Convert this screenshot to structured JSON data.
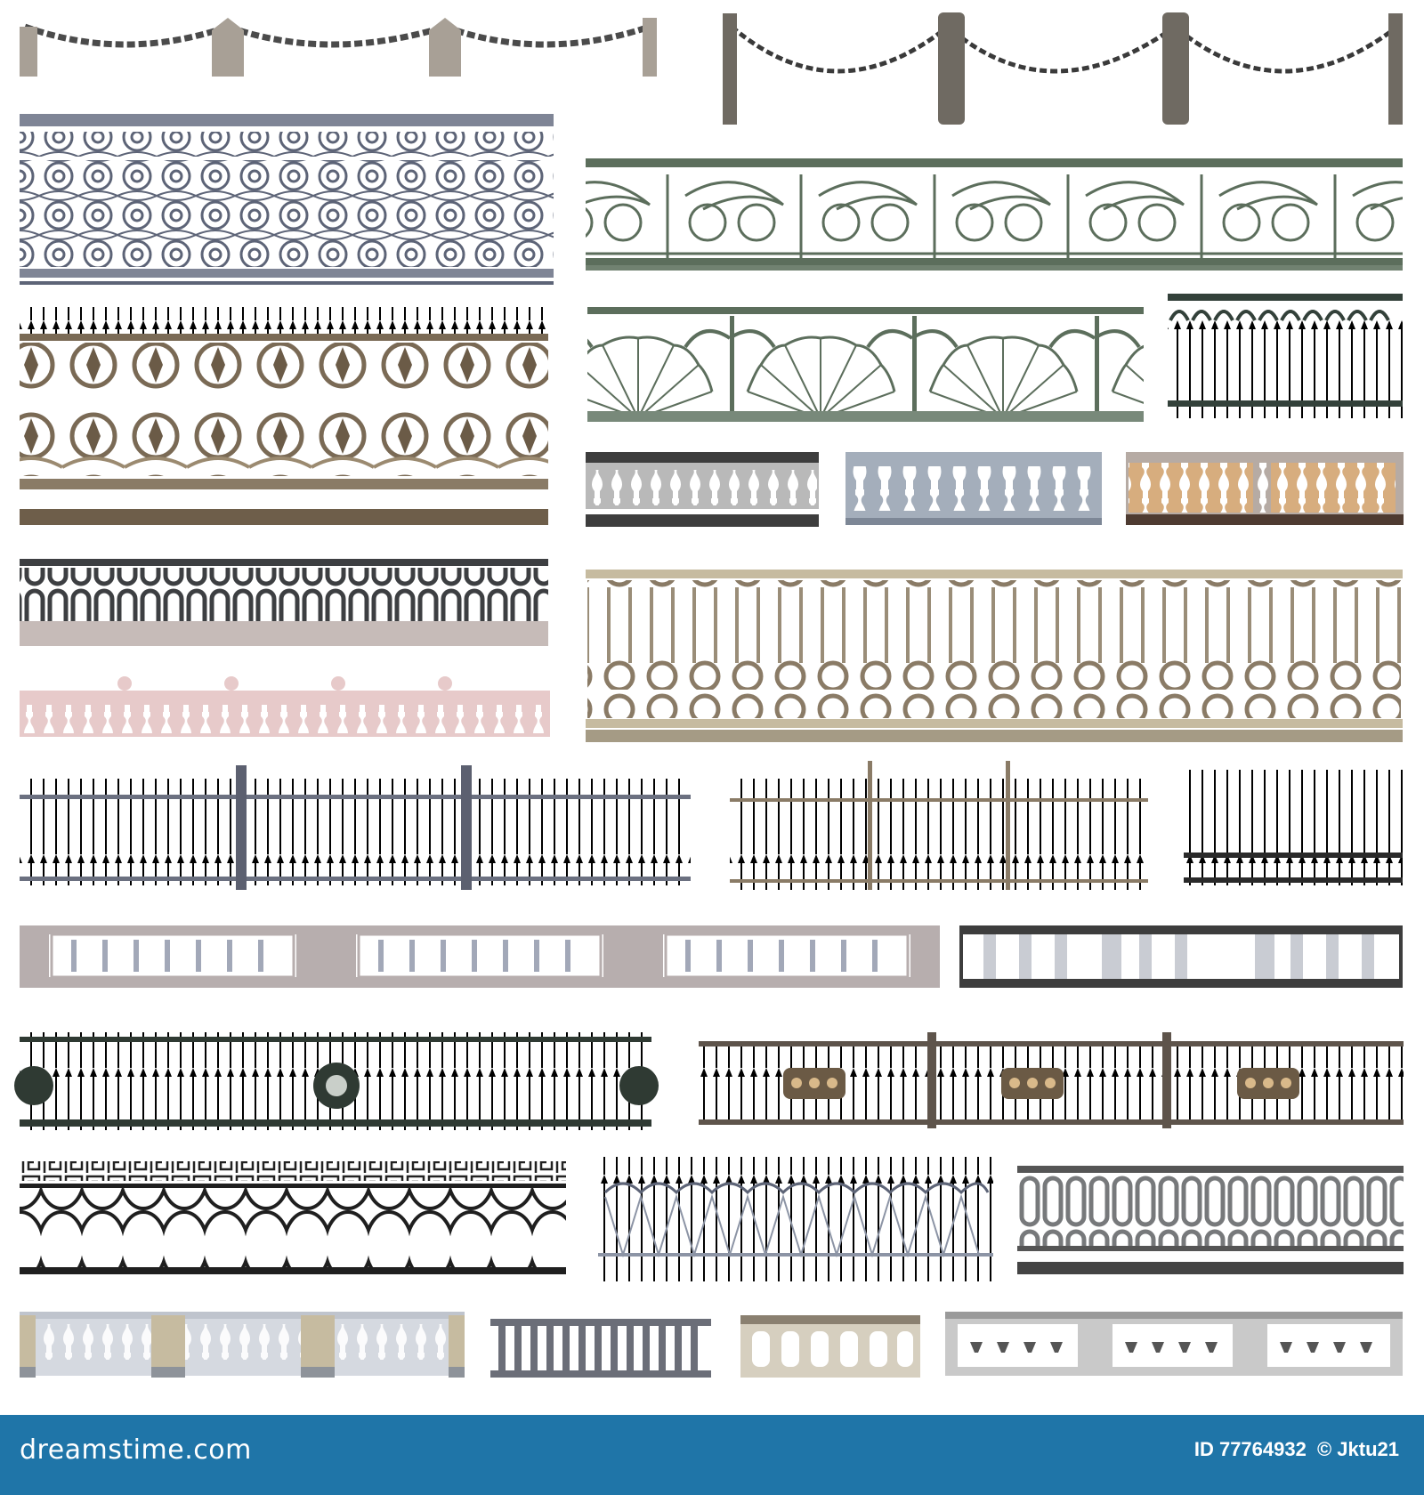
{
  "colors": {
    "footer": "#1f75a8",
    "dark_iron": "#3d3f42",
    "steel": "#6b7080",
    "green_iron": "#5c6e5c",
    "bronze": "#7a6a55",
    "stone": "#b7aeae",
    "pink_stone": "#e7caca",
    "light_stone": "#c9ccd3",
    "tan": "#d7ad7e",
    "beige": "#c6bba0"
  },
  "panels": [
    {
      "id": "chain-lowposts",
      "kind": "chain",
      "color": "#5a5a5a",
      "post": "#a8a096"
    },
    {
      "id": "chain-bollards",
      "kind": "chain",
      "color": "#404040",
      "post": "#6f6a62"
    },
    {
      "id": "scroll-lattice",
      "kind": "ornate",
      "color": "#5d6477"
    },
    {
      "id": "leaf-scroll-green",
      "kind": "ornate",
      "color": "#5c6e5c"
    },
    {
      "id": "bronze-spiked",
      "kind": "ornate",
      "color": "#7a6a55"
    },
    {
      "id": "fan-green",
      "kind": "ornate",
      "color": "#5c6e5c"
    },
    {
      "id": "curl-top-bars",
      "kind": "bars",
      "color": "#33413a"
    },
    {
      "id": "balustrade-grey-dark",
      "kind": "balustrade",
      "color": "#b9b9b9"
    },
    {
      "id": "balustrade-blue-grey",
      "kind": "balustrade",
      "color": "#a4aebb"
    },
    {
      "id": "balustrade-tan",
      "kind": "balustrade",
      "color": "#d7ad7e"
    },
    {
      "id": "loops-dark",
      "kind": "loops",
      "color": "#3d3f42"
    },
    {
      "id": "ornate-beige",
      "kind": "ornate",
      "color": "#8a7b66"
    },
    {
      "id": "balustrade-pink",
      "kind": "balustrade",
      "color": "#e7caca"
    },
    {
      "id": "spiked-steel",
      "kind": "bars",
      "color": "#6b7080"
    },
    {
      "id": "spiked-bronze",
      "kind": "bars",
      "color": "#8a7b66"
    },
    {
      "id": "spiked-black",
      "kind": "bars",
      "color": "#2a2a2a"
    },
    {
      "id": "balustrade-mauve",
      "kind": "balustrade",
      "color": "#b7aeae"
    },
    {
      "id": "balustrade-light-grey",
      "kind": "balustrade",
      "color": "#c9ccd3"
    },
    {
      "id": "green-medallion",
      "kind": "bars",
      "color": "#2f3a33"
    },
    {
      "id": "brown-shield",
      "kind": "bars",
      "color": "#5e544b"
    },
    {
      "id": "greek-key-ovals",
      "kind": "loops",
      "color": "#2a2a2a"
    },
    {
      "id": "silver-spiked",
      "kind": "bars",
      "color": "#8c94a5"
    },
    {
      "id": "oval-grey",
      "kind": "loops",
      "color": "#777777"
    },
    {
      "id": "balustrade-beige-posts",
      "kind": "balustrade",
      "color": "#c6bba0"
    },
    {
      "id": "balustrade-slate",
      "kind": "balustrade",
      "color": "#6b6e78"
    },
    {
      "id": "balustrade-sand",
      "kind": "balustrade",
      "color": "#d6cfbf"
    },
    {
      "id": "balustrade-vase",
      "kind": "balustrade",
      "color": "#b9b9b9"
    }
  ],
  "footer": {
    "brand": "dreamstime.com",
    "id_text": "ID 77764932",
    "author": "© Jktu21"
  }
}
